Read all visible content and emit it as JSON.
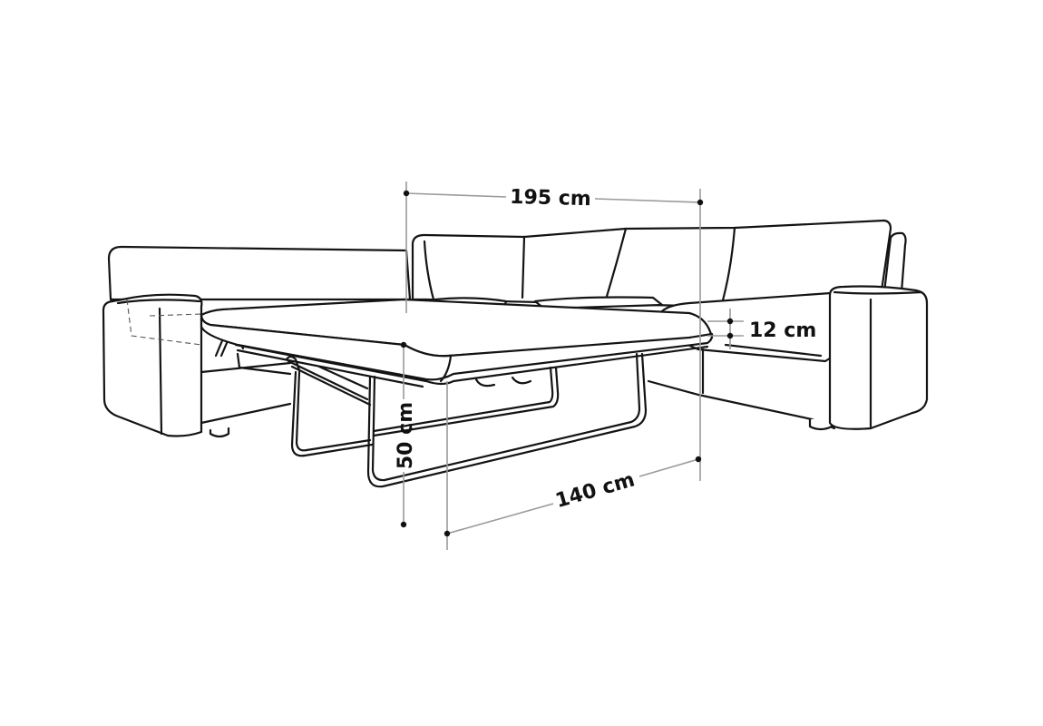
{
  "dimensions": {
    "width_label": "195 cm",
    "mattress_thickness_label": "12 cm",
    "height_label": "50 cm",
    "depth_label": "140 cm"
  },
  "colors": {
    "line": "#141414",
    "dimension_line": "#9a9a9a",
    "background": "#ffffff"
  }
}
